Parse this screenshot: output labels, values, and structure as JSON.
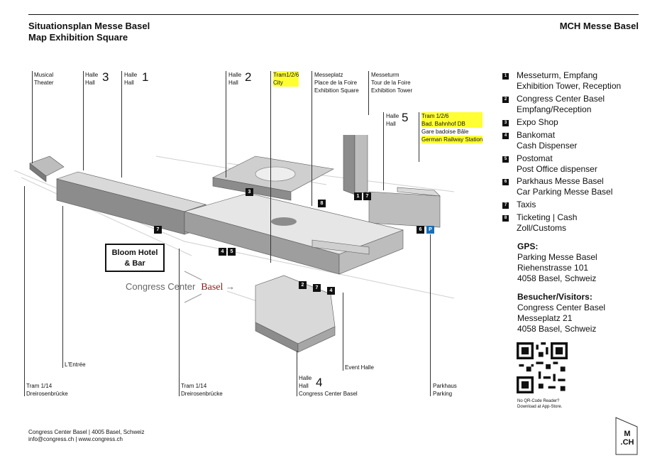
{
  "header": {
    "title_line1": "Situationsplan Messe Basel",
    "title_line2": "Map Exhibition Square",
    "brand": "MCH Messe Basel"
  },
  "map_labels": {
    "musical_theater": [
      "Musical",
      "Theater"
    ],
    "halle3": {
      "line1": "Halle",
      "line2": "Hall",
      "num": "3"
    },
    "halle1": {
      "line1": "Halle",
      "line2": "Hall",
      "num": "1"
    },
    "halle2": {
      "line1": "Halle",
      "line2": "Hall",
      "num": "2"
    },
    "tram_city": [
      "Tram1/2/6",
      "City"
    ],
    "messeplatz": [
      "Messeplatz",
      "Place de la Foire",
      "Exhibition Square"
    ],
    "messeturm": [
      "Messeturm",
      "Tour de la Foire",
      "Exhibition Tower"
    ],
    "halle5": {
      "line1": "Halle",
      "line2": "Hall",
      "num": "5"
    },
    "tram_bahnhof": [
      "Tram 1/2/6",
      "Bad. Bahnhof DB",
      "Gare badoise Bâle",
      "German Railway Station"
    ],
    "lentree": "L'Entrée",
    "tram_dreirosen_left": [
      "Tram 1/14",
      "Dreirosenbrücke"
    ],
    "tram_dreirosen_mid": [
      "Tram 1/14",
      "Dreirosenbrücke"
    ],
    "halle4": {
      "line1": "Halle",
      "line2": "Hall",
      "num": "4",
      "line3": "Congress Center Basel"
    },
    "event_halle": "Event Halle",
    "parkhaus": [
      "Parkhaus",
      "Parking"
    ],
    "bloom_hotel": [
      "Bloom Hotel",
      "& Bar"
    ],
    "congress_center_logo": {
      "text": "Congress Center",
      "city": "Basel",
      "arrow": "→"
    }
  },
  "markers": [
    "1",
    "2",
    "3",
    "4",
    "5",
    "6",
    "7",
    "8",
    "P"
  ],
  "legend": [
    {
      "num": "1",
      "line1": "Messeturm, Empfang",
      "line2": "Exhibition Tower, Reception"
    },
    {
      "num": "2",
      "line1": "Congress Center Basel",
      "line2": "Empfang/Reception"
    },
    {
      "num": "3",
      "line1": "Expo Shop",
      "line2": ""
    },
    {
      "num": "4",
      "line1": "Bankomat",
      "line2": "Cash Dispenser"
    },
    {
      "num": "5",
      "line1": "Postomat",
      "line2": "Post Office dispenser"
    },
    {
      "num": "6",
      "line1": "Parkhaus Messe Basel",
      "line2": "Car Parking Messe Basel"
    },
    {
      "num": "7",
      "line1": "Taxis",
      "line2": ""
    },
    {
      "num": "8",
      "line1": "Ticketing | Cash",
      "line2": "Zoll/Customs"
    }
  ],
  "gps": {
    "heading": "GPS:",
    "lines": [
      "Parking Messe Basel",
      "Riehenstrasse 101",
      "4058 Basel, Schweiz"
    ]
  },
  "visitors": {
    "heading": "Besucher/Visitors:",
    "lines": [
      "Congress Center Basel",
      "Messeplatz 21",
      "4058 Basel, Schweiz"
    ]
  },
  "qr": {
    "note_line1": "No QR-Code Reader?",
    "note_line2": "Download at App-Store."
  },
  "footer": {
    "line1": "Congress Center Basel | 4005 Basel, Schweiz",
    "line2": "info@congress.ch | www.congress.ch"
  },
  "logo": {
    "top": "M",
    "bottom": ".CH"
  },
  "colors": {
    "highlight": "#ffff33",
    "building": "#d9d9d9",
    "building_dark": "#8c8c8c",
    "parking_blue": "#1a6fb5",
    "basel_red": "#8b1a1a"
  }
}
